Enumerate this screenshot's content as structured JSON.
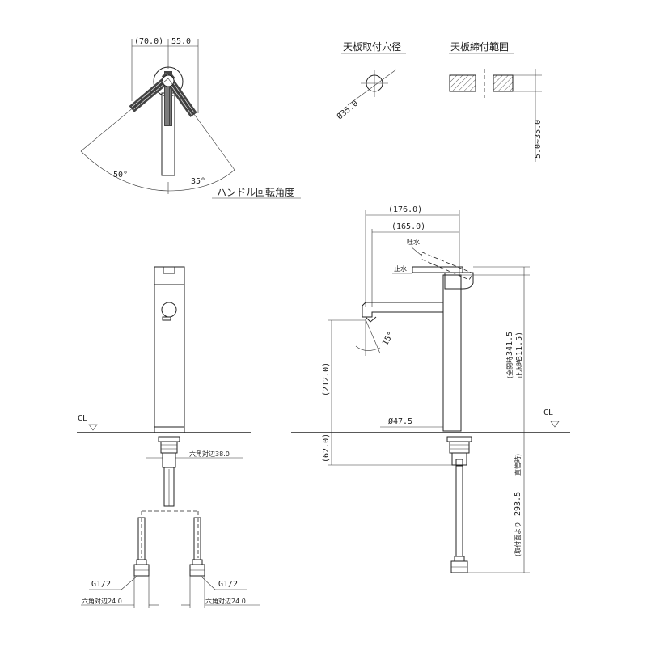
{
  "top_view": {
    "dim_left": "(70.0)",
    "dim_right": "55.0",
    "angle_left": "50°",
    "angle_right": "35°",
    "caption": "ハンドル回転角度"
  },
  "hole": {
    "caption": "天板取付穴径",
    "diameter": "Ø35.0"
  },
  "clamp": {
    "caption": "天板締付範囲",
    "range": "5.0~35.0"
  },
  "front_view": {
    "cl_label": "CL",
    "hex_main": "六角対辺38.0",
    "thread_left": "G1/2",
    "thread_right": "G1/2",
    "hex_left": "六角対辺24.0",
    "hex_right": "六角対辺24.0"
  },
  "side_view": {
    "cl_label": "CL",
    "dim_176": "(176.0)",
    "dim_165": "(165.0)",
    "label_spout_on": "吐水",
    "label_spout_off": "止水",
    "angle_15": "15°",
    "dim_212": "(212.0)",
    "dim_47": "Ø47.5",
    "dim_62": "(62.0)",
    "height_full_prefix": "(全開時",
    "height_full": "341.5",
    "height_stop_prefix": "止水時",
    "height_stop": "311.5)",
    "pipe_prefix": "(取付面より",
    "pipe_len": "293.5",
    "pipe_suffix": "直管時)"
  }
}
